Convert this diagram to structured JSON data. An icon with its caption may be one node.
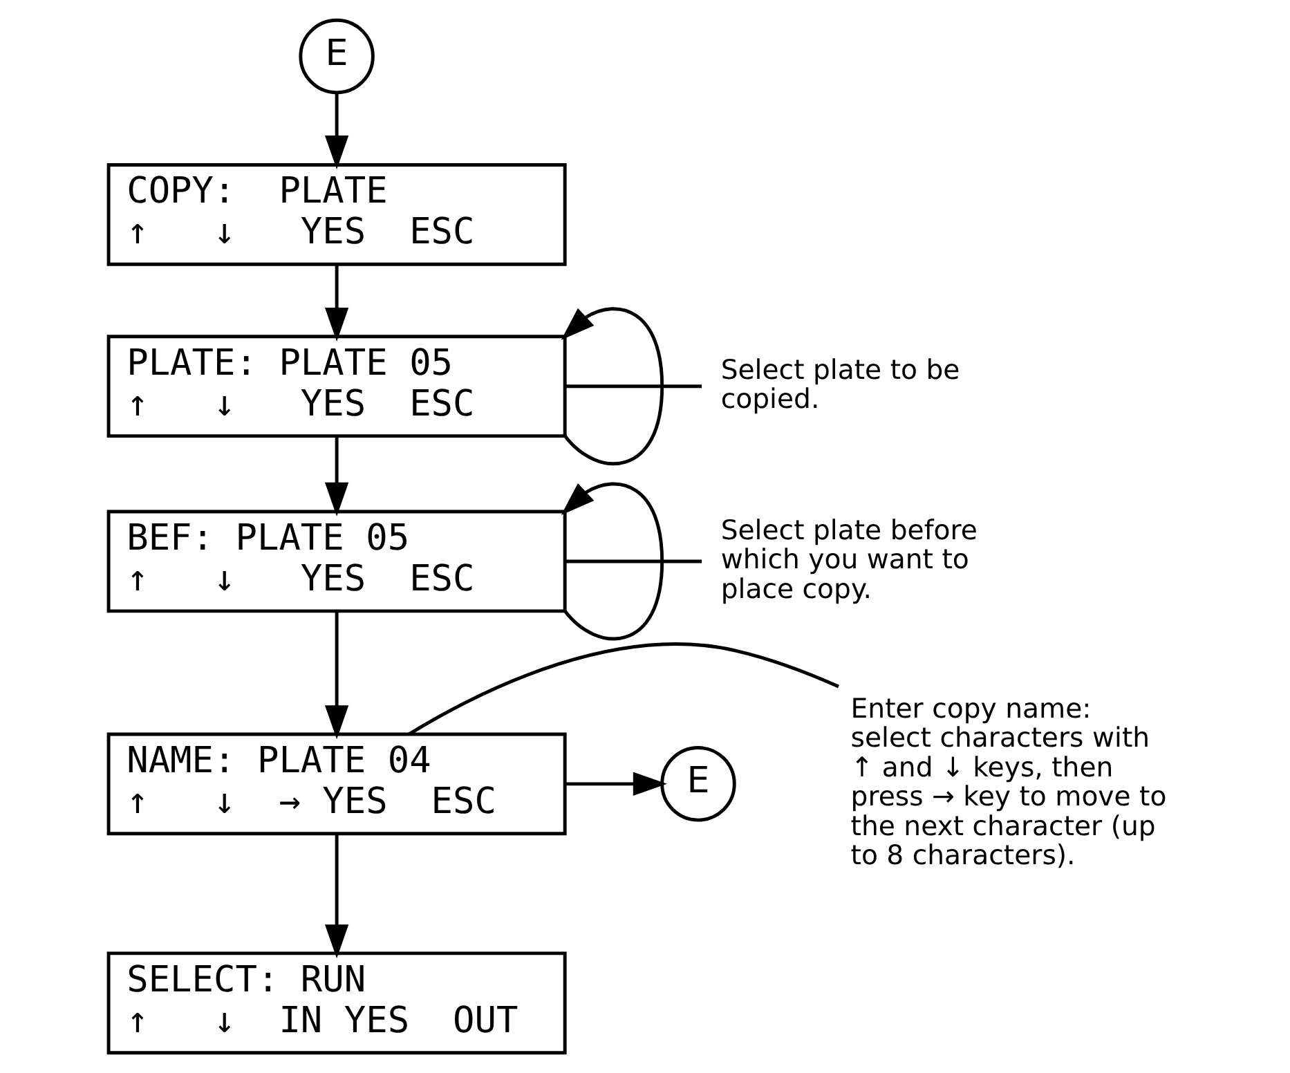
{
  "diagram": {
    "nodes": [
      {
        "text": [
          "E"
        ]
      },
      {
        "text": [
          "COPY:  PLATE",
          "↑   ↓   YES  ESC"
        ]
      },
      {
        "text": [
          "PLATE: PLATE 05",
          "↑   ↓   YES  ESC"
        ]
      },
      {
        "text": [
          "BEF: PLATE 05",
          "↑   ↓   YES  ESC"
        ]
      },
      {
        "text": [
          "NAME: PLATE 04",
          "↑   ↓  → YES  ESC"
        ]
      },
      {
        "text": [
          "E"
        ]
      },
      {
        "text": [
          "SELECT: RUN",
          "↑   ↓  IN YES  OUT"
        ]
      },
      {
        "text": [
          "Select plate to be copied."
        ]
      },
      {
        "text": [
          "Select plate before which you want to place copy."
        ]
      },
      {
        "text": [
          "Enter copy name: select characters with ↑ and ↓ keys, then press → key to move to the next character (up to 8 characters)."
        ]
      }
    ],
    "edges": [
      {
        "from": 0,
        "to": 1,
        "arrow": "to"
      },
      {
        "from": 1,
        "to": 2,
        "arrow": "to"
      },
      {
        "from": 2,
        "to": 2,
        "arrow": "to"
      },
      {
        "from": 2,
        "to": 3,
        "arrow": "to"
      },
      {
        "from": 3,
        "to": 3,
        "arrow": "to"
      },
      {
        "from": 3,
        "to": 4,
        "arrow": "to"
      },
      {
        "from": 4,
        "to": 5,
        "arrow": "to"
      },
      {
        "from": 4,
        "to": 6,
        "arrow": "to"
      },
      {
        "from": 7,
        "to": 2,
        "arrow": "none"
      },
      {
        "from": 8,
        "to": 3,
        "arrow": "none"
      },
      {
        "from": 9,
        "to": 4,
        "arrow": "none"
      }
    ]
  }
}
